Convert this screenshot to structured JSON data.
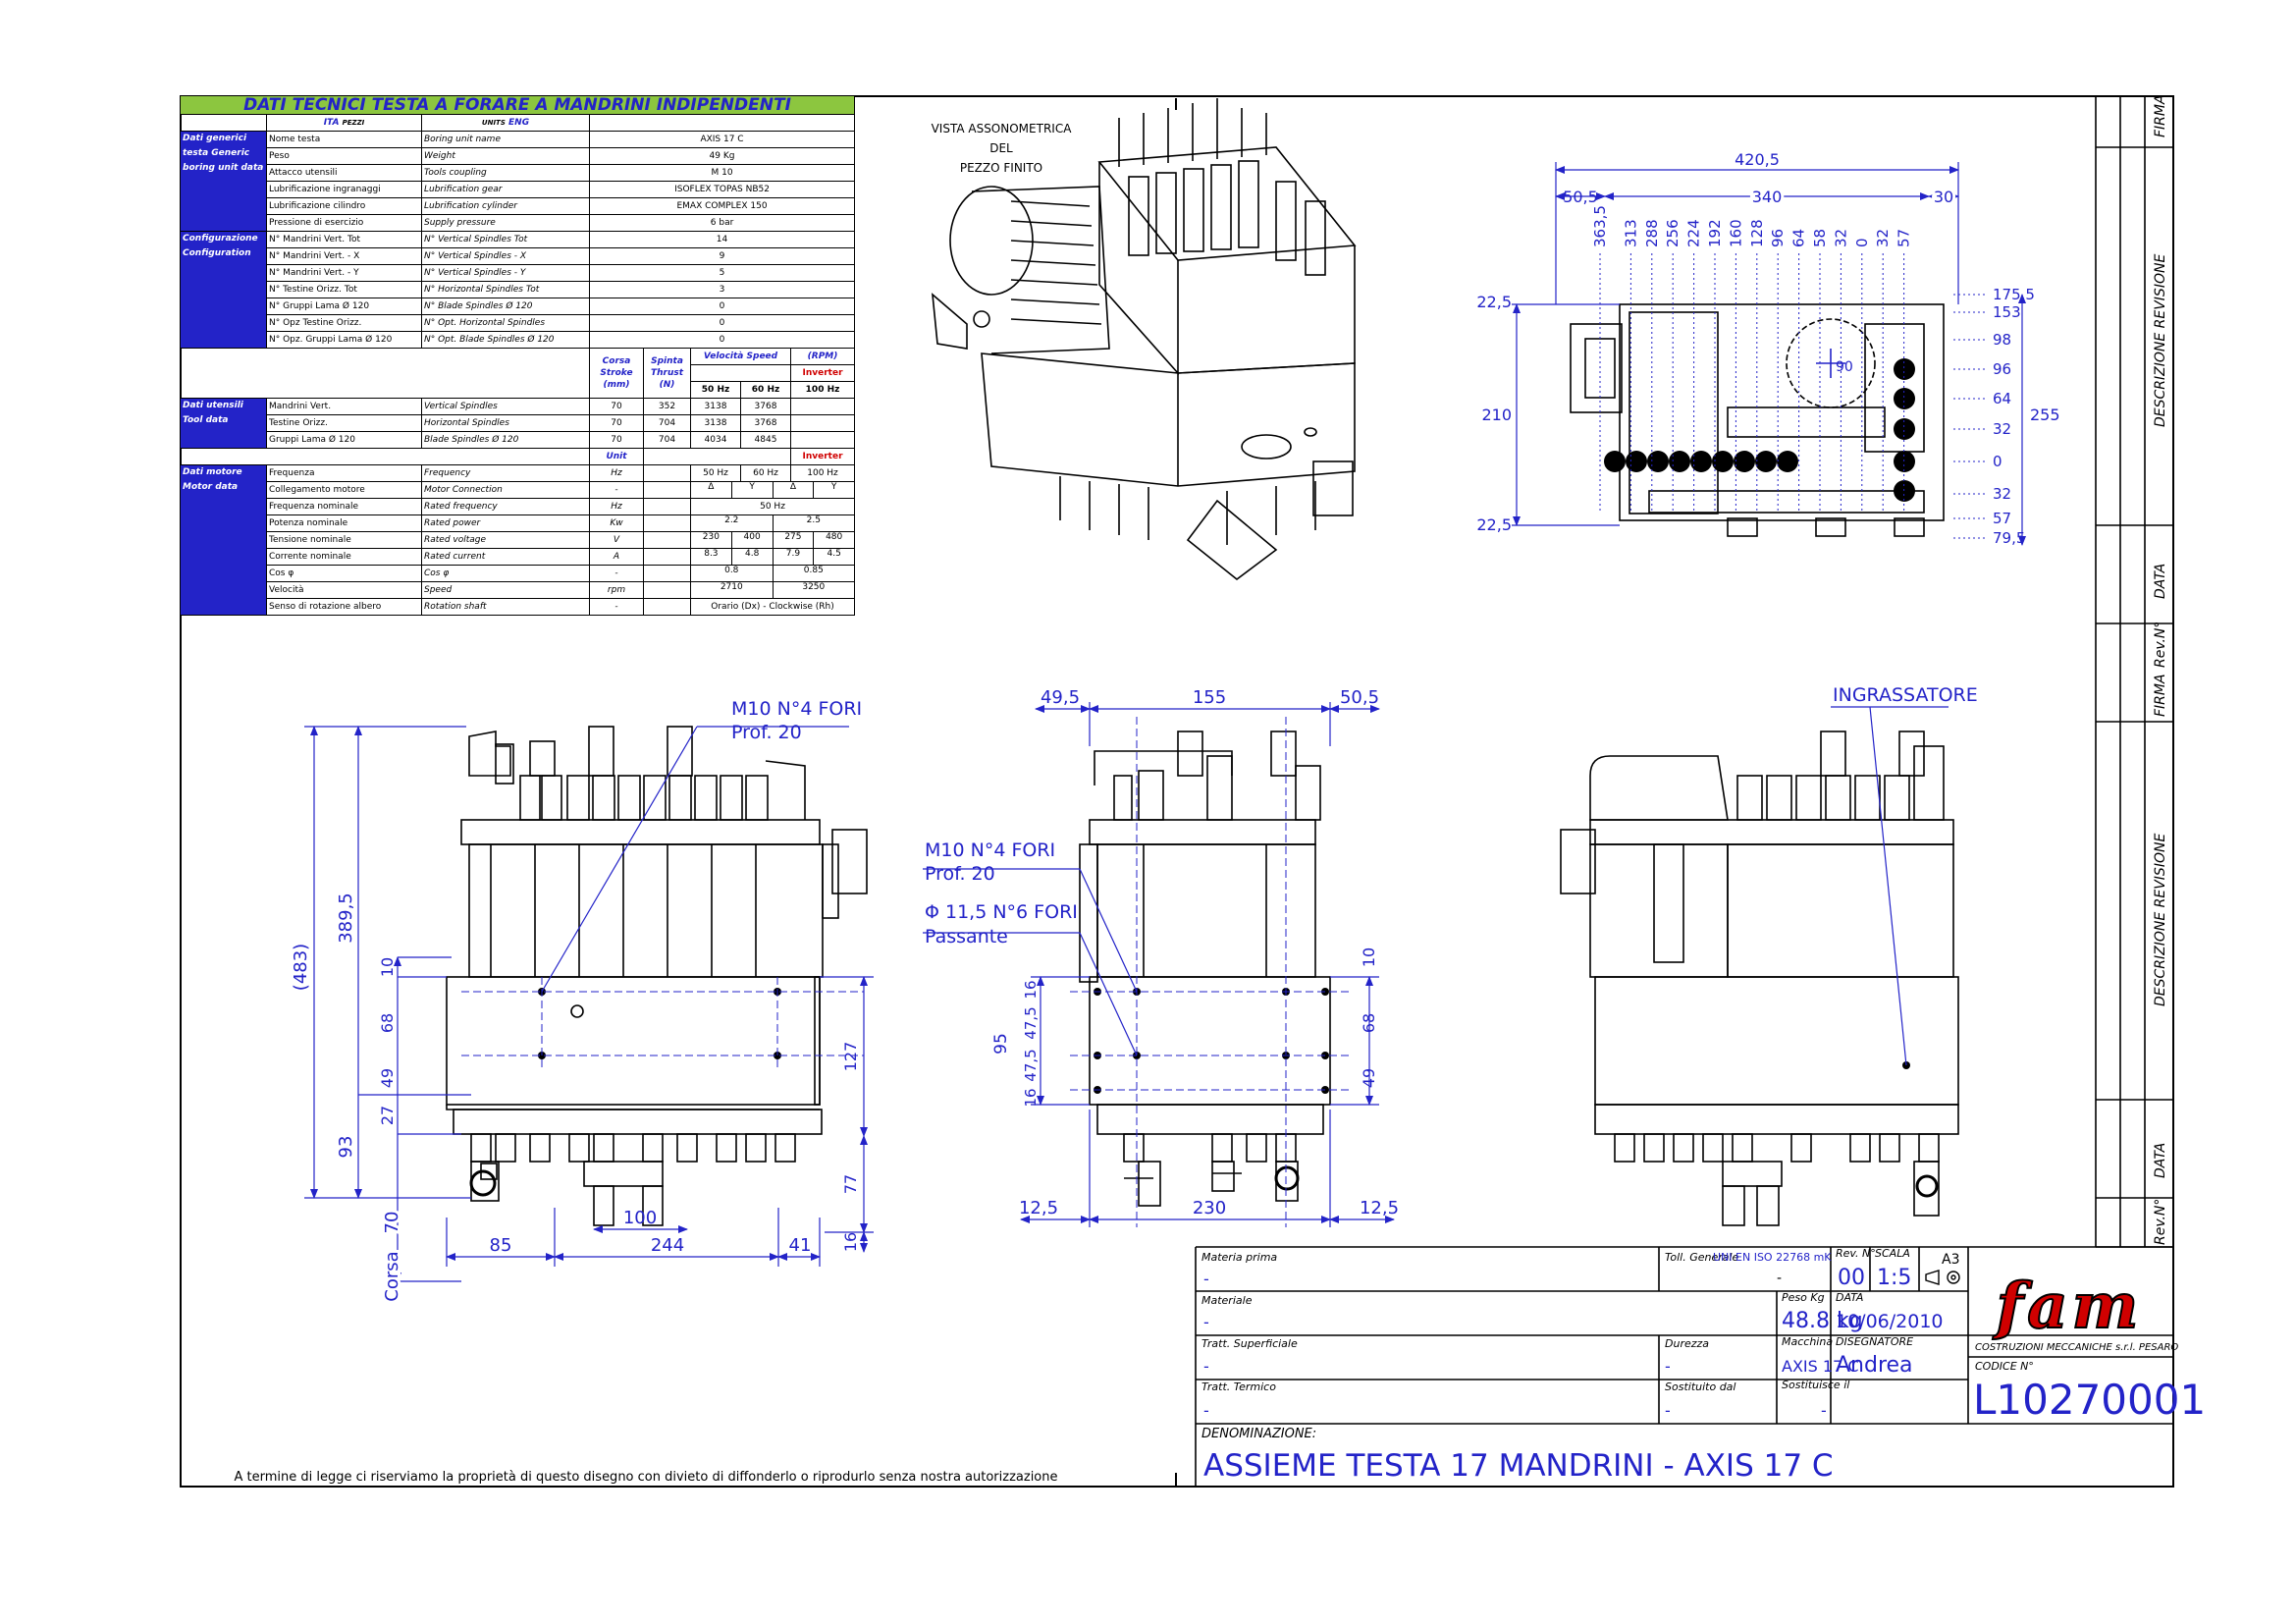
{
  "spec_table": {
    "title": "DATI TECNICI TESTA A FORARE A MANDRINI INDIPENDENTI",
    "col_ita": "ITA",
    "col_pezzi": "PEZZI",
    "col_unit_small": "UNITS",
    "col_eng": "ENG",
    "cat_generic": "Dati generici testa Generic boring unit data",
    "generic_rows": [
      {
        "ita": "Nome testa",
        "eng": "Boring unit name",
        "val": "AXIS 17 C"
      },
      {
        "ita": "Peso",
        "eng": "Weight",
        "val": "49 Kg"
      },
      {
        "ita": "Attacco utensili",
        "eng": "Tools coupling",
        "val": "M 10"
      },
      {
        "ita": "Lubrificazione ingranaggi",
        "eng": "Lubrification gear",
        "val": "ISOFLEX TOPAS NB52"
      },
      {
        "ita": "Lubrificazione cilindro",
        "eng": "Lubrification cylinder",
        "val": "EMAX COMPLEX 150"
      },
      {
        "ita": "Pressione di esercizio",
        "eng": "Supply pressure",
        "val": "6 bar"
      }
    ],
    "cat_config": "Configurazione Configuration",
    "config_rows": [
      {
        "ita": "N° Mandrini Vert. Tot",
        "eng": "N° Vertical Spindles Tot",
        "val": "14"
      },
      {
        "ita": "N° Mandrini Vert. - X",
        "eng": "N° Vertical Spindles - X",
        "val": "9"
      },
      {
        "ita": "N° Mandrini Vert. - Y",
        "eng": "N° Vertical Spindles - Y",
        "val": "5"
      },
      {
        "ita": "N° Testine Orizz. Tot",
        "eng": "N° Horizontal Spindles Tot",
        "val": "3"
      },
      {
        "ita": "N° Gruppi Lama Ø 120",
        "eng": "N° Blade Spindles Ø 120",
        "val": "0"
      },
      {
        "ita": "N° Opz Testine Orizz.",
        "eng": "N° Opt. Horizontal Spindles",
        "val": "0"
      },
      {
        "ita": "N° Opz. Gruppi Lama Ø 120",
        "eng": "N° Opt. Blade Spindles Ø 120",
        "val": "0"
      }
    ],
    "tool_head": {
      "corsa": "Corsa Stroke (mm)",
      "spinta": "Spinta Thrust (N)",
      "velocita": "Velocità Speed",
      "rpm": "(RPM)",
      "inverter": "Inverter",
      "hz50": "50 Hz",
      "hz60": "60 Hz",
      "hz100": "100 Hz"
    },
    "cat_tools": "Dati utensili Tool data",
    "tool_rows": [
      {
        "ita": "Mandrini Vert.",
        "eng": "Vertical Spindles",
        "stroke": "70",
        "thrust": "352",
        "s50": "3138",
        "s60": "3768"
      },
      {
        "ita": "Testine Orizz.",
        "eng": "Horizontal Spindles",
        "stroke": "70",
        "thrust": "704",
        "s50": "3138",
        "s60": "3768"
      },
      {
        "ita": "Gruppi Lama Ø 120",
        "eng": "Blade Spindles Ø 120",
        "stroke": "70",
        "thrust": "704",
        "s50": "4034",
        "s60": "4845"
      }
    ],
    "motor_head": {
      "unit": "Unit",
      "inverter": "Inverter"
    },
    "cat_motor": "Dati motore Motor data",
    "motor_rows": [
      {
        "ita": "Frequenza",
        "eng": "Frequency",
        "unit": "Hz",
        "v": [
          "50 Hz",
          "60 Hz",
          "100 Hz"
        ]
      },
      {
        "ita": "Collegamento motore",
        "eng": "Motor Connection",
        "unit": "-",
        "v": [
          "Δ",
          "Y",
          "Δ",
          "Y",
          "Δ"
        ]
      },
      {
        "ita": "Frequenza nominale",
        "eng": "Rated frequency",
        "unit": "Hz",
        "v": [
          "50 Hz"
        ]
      },
      {
        "ita": "Potenza nominale",
        "eng": "Rated power",
        "unit": "Kw",
        "v": [
          "2.2",
          "2.5"
        ]
      },
      {
        "ita": "Tensione nominale",
        "eng": "Rated voltage",
        "unit": "V",
        "v": [
          "230",
          "400",
          "275",
          "480"
        ]
      },
      {
        "ita": "Corrente nominale",
        "eng": "Rated current",
        "unit": "A",
        "v": [
          "8.3",
          "4.8",
          "7.9",
          "4.5"
        ]
      },
      {
        "ita": "Cos φ",
        "eng": "Cos φ",
        "unit": "-",
        "v": [
          "0.8",
          "0.85"
        ]
      },
      {
        "ita": "Velocità",
        "eng": "Speed",
        "unit": "rpm",
        "v": [
          "2710",
          "3250"
        ]
      },
      {
        "ita": "Senso di rotazione albero",
        "eng": "Rotation shaft",
        "unit": "-",
        "v": [
          "Orario (Dx) - Clockwise (Rh)"
        ]
      }
    ]
  },
  "iso_label": [
    "VISTA ASSONOMETRICA",
    "DEL",
    "PEZZO FINITO"
  ],
  "top_view": {
    "dims_h": [
      "420,5",
      "50,5",
      "340",
      "30"
    ],
    "cols": [
      "363,5",
      "313",
      "288",
      "256",
      "224",
      "192",
      "160",
      "128",
      "96",
      "64",
      "58",
      "32",
      "0",
      "32",
      "57"
    ],
    "rows_right": [
      "175,5",
      "153",
      "98",
      "96",
      "64",
      "32",
      "0",
      "32",
      "57",
      "79,5"
    ],
    "left": [
      "22,5",
      "210",
      "22,5"
    ],
    "total_right": "255",
    "angle": "90"
  },
  "front_view": {
    "note1": "M10   N°4 FORI",
    "note2": "Prof. 20",
    "dims_v": [
      "(483)",
      "389,5",
      "93",
      "70",
      "10",
      "68",
      "49",
      "27",
      "127",
      "77",
      "16"
    ],
    "dims_h": [
      "85",
      "100",
      "244",
      "41"
    ],
    "corsa": "Corsa"
  },
  "side_view": {
    "note1": "M10   N°4 FORI",
    "note2": "Prof. 20",
    "note3": "Φ  11,5  N°6 FORI",
    "note4": "Passante",
    "dims_top": [
      "49,5",
      "155",
      "50,5"
    ],
    "dims_bottom": [
      "12,5",
      "230",
      "12,5"
    ],
    "dims_left": [
      "95",
      "16",
      "47,5",
      "47,5",
      "16"
    ],
    "dims_right": [
      "10",
      "68",
      "49"
    ]
  },
  "rear_view": {
    "note": "INGRASSATORE"
  },
  "revision": {
    "firma": "FIRMA",
    "descr": "DESCRIZIONE REVISIONE",
    "data": "DATA",
    "rev": "Rev.N°"
  },
  "title_block": {
    "materia_label": "Materia prima",
    "materia_val": "-",
    "toll_label": "Toll. Generale",
    "toll_val": "UNI EN ISO 22768 mK",
    "toll_dash": "-",
    "rev_label": "Rev. N°",
    "rev_val": "00",
    "scala_label": "SCALA",
    "scala_val": "1:5",
    "format": "A3",
    "materiale_label": "Materiale",
    "materiale_val": "-",
    "peso_label": "Peso Kg",
    "peso_val": "48.8 kg",
    "data_label": "DATA",
    "data_val": "10/06/2010",
    "tratt_sup_label": "Tratt. Superficiale",
    "tratt_sup_val": "-",
    "durezza_label": "Durezza",
    "durezza_val": "-",
    "macchina_label": "Macchina",
    "macchina_val": "AXIS 17 C",
    "disegnatore_label": "DISEGNATORE",
    "disegnatore_val": "Andrea",
    "tratt_term_label": "Tratt. Termico",
    "tratt_term_val": "-",
    "sostituito_label": "Sostituito dal",
    "sostituito_val": "-",
    "sostituisce_label": "Sostituisce il",
    "sostituisce_val": "-",
    "logo": "fam",
    "company": "COSTRUZIONI MECCANICHE s.r.l. PESARO",
    "codice_label": "CODICE N°",
    "codice_val": "L10270001",
    "denominazione_label": "DENOMINAZIONE:",
    "denominazione_val": "ASSIEME TESTA 17 MANDRINI - AXIS 17 C"
  },
  "footer": "A termine di legge ci riserviamo la proprietà di questo disegno con divieto di diffonderlo o riprodurlo senza nostra autorizzazione",
  "colors": {
    "blue": "#2323c8",
    "green": "#8cc63f",
    "red": "#d00000"
  }
}
